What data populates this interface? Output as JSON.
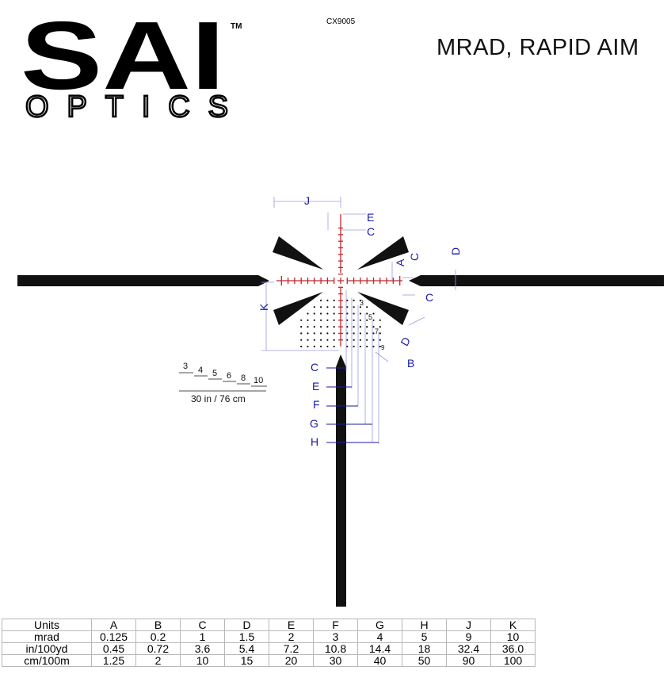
{
  "logo": {
    "brand": "SAI",
    "sub": "OPTICS",
    "tm": "TM"
  },
  "code": "CX9005",
  "title": "MRAD, RAPID AIM",
  "labels": {
    "J": "J",
    "E": "E",
    "C": "C",
    "A": "A",
    "D": "D",
    "K": "K",
    "B": "B",
    "F": "F",
    "G": "G",
    "H": "H",
    "n3": "3",
    "n5": "5",
    "n7": "7",
    "n9": "9"
  },
  "ranging": {
    "numbers": [
      "3",
      "4",
      "5",
      "6",
      "8",
      "10"
    ],
    "caption": "30 in / 76 cm"
  },
  "colors": {
    "reticle": "#111111",
    "red": "#c0282e",
    "dimension": "#1a1aa6",
    "guide": "#9b9be0"
  },
  "table": {
    "headers": [
      "Units",
      "A",
      "B",
      "C",
      "D",
      "E",
      "F",
      "G",
      "H",
      "J",
      "K"
    ],
    "rows": [
      [
        "mrad",
        "0.125",
        "0.2",
        "1",
        "1.5",
        "2",
        "3",
        "4",
        "5",
        "9",
        "10"
      ],
      [
        "in/100yd",
        "0.45",
        "0.72",
        "3.6",
        "5.4",
        "7.2",
        "10.8",
        "14.4",
        "18",
        "32.4",
        "36.0"
      ],
      [
        "cm/100m",
        "1.25",
        "2",
        "10",
        "15",
        "20",
        "30",
        "40",
        "50",
        "90",
        "100"
      ]
    ]
  }
}
